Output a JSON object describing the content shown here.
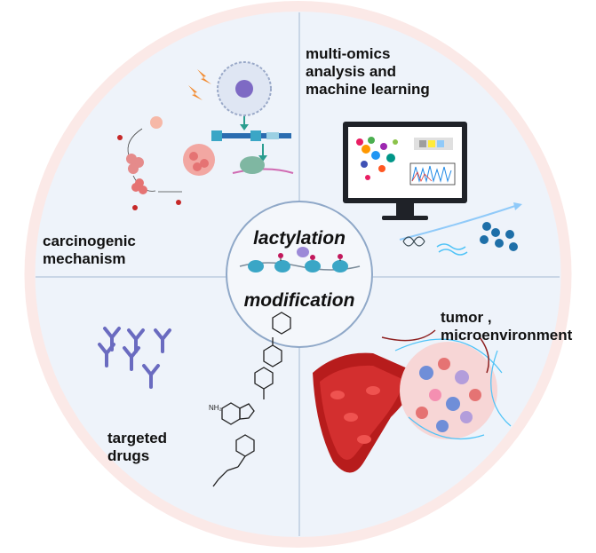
{
  "center": {
    "line1": "lactylation",
    "line2": "modification"
  },
  "quadrants": {
    "top_left": {
      "label": "carcinogenic\nmechanism"
    },
    "top_right": {
      "label": "multi-omics\nanalysis and\nmachine learning"
    },
    "bottom_left": {
      "label": "targeted\ndrugs"
    },
    "bottom_right": {
      "label": "tumor ,\nmicroenvironment"
    }
  },
  "chemistry": {
    "nh2_label": "NH₂"
  },
  "colors": {
    "outer_ring": "#fbe9e7",
    "inner_disc": "#eef3fa",
    "divider": "#c9d6e6",
    "center_ring": "#8fa8c8",
    "nucleosome": "#3aa6c6",
    "antibody": "#6a6bc0"
  },
  "icons": [
    "lightning-icon",
    "cell-icon",
    "dna-icon",
    "computer-monitor-icon",
    "antibody-icon",
    "blood-vessel-icon",
    "molecule-structure-icon"
  ]
}
